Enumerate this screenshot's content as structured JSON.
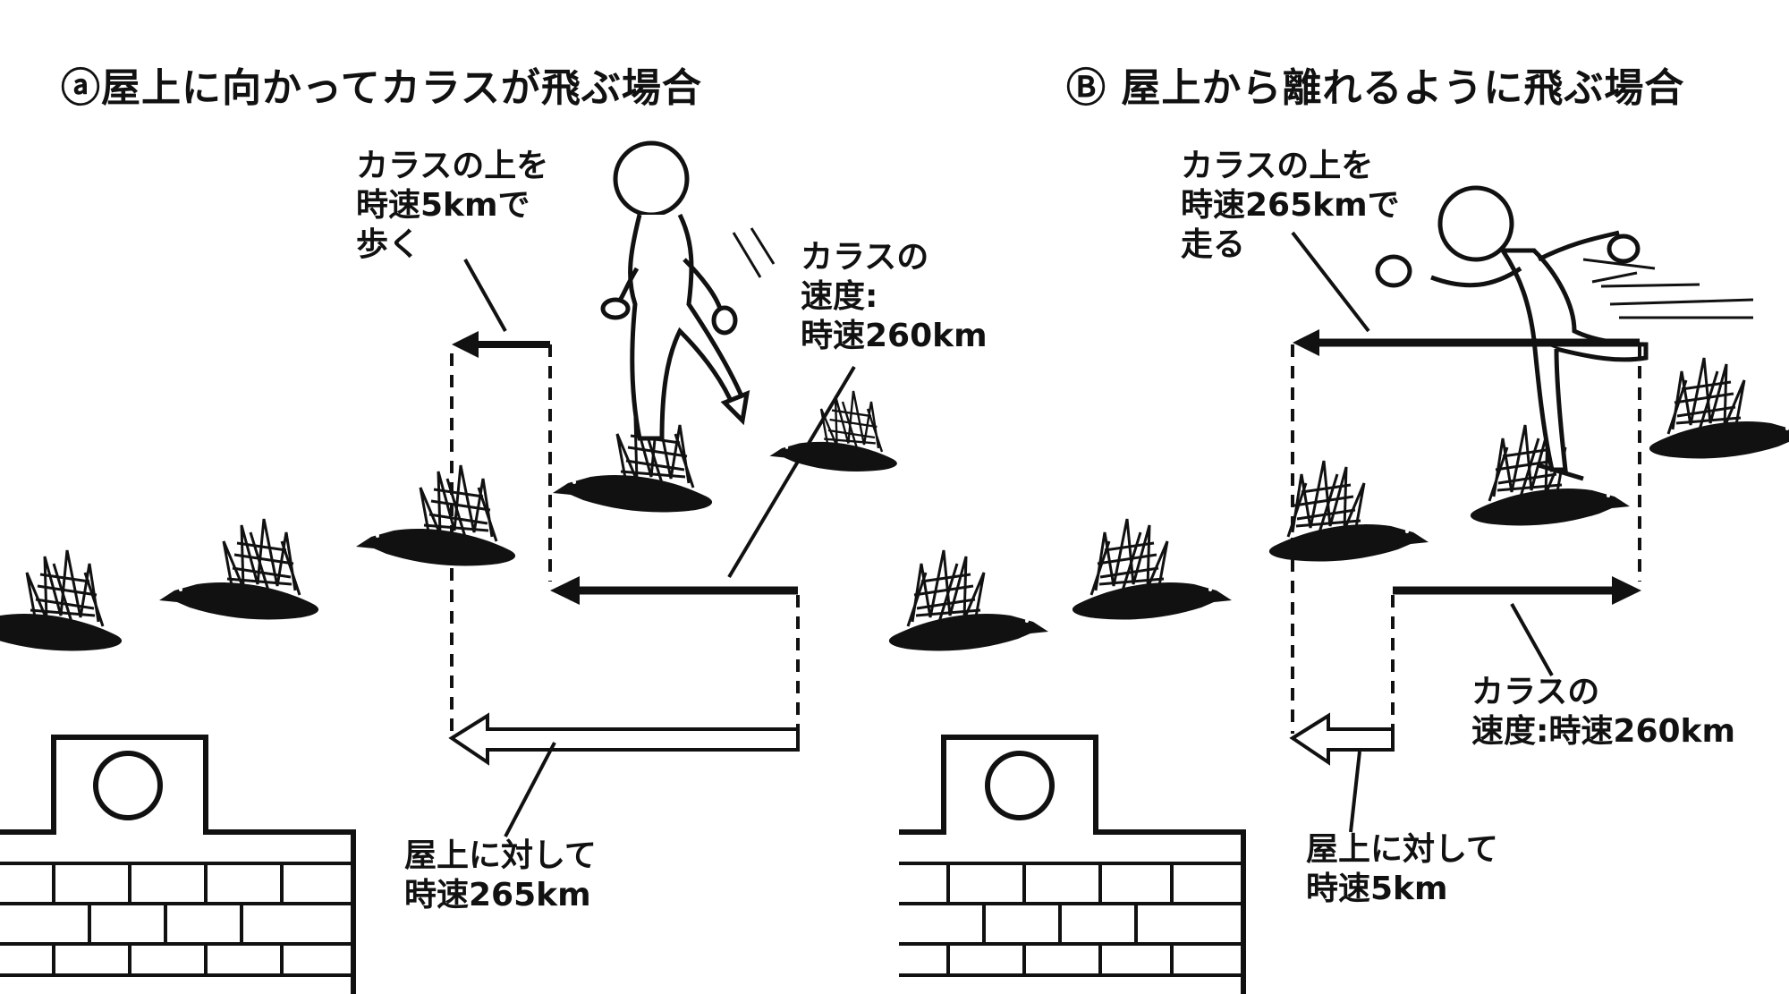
{
  "panel_a": {
    "title": "ⓐ屋上に向かってカラスが飛ぶ場合",
    "person_label": [
      "カラスの上を",
      "時速5kmで",
      "歩く"
    ],
    "crow_label": [
      "カラスの",
      "速度:",
      "時速260km"
    ],
    "roof_label": [
      "屋上に対して",
      "時速265km"
    ]
  },
  "panel_b": {
    "title": "Ⓑ 屋上から離れるように飛ぶ場合",
    "person_label": [
      "カラスの上を",
      "時速265kmで",
      "走る"
    ],
    "crow_label": [
      "カラスの",
      "速度:時速260km"
    ],
    "roof_label": [
      "屋上に対して",
      "時速5km"
    ]
  },
  "colors": {
    "ink": "#111111",
    "paper": "#ffffff"
  }
}
